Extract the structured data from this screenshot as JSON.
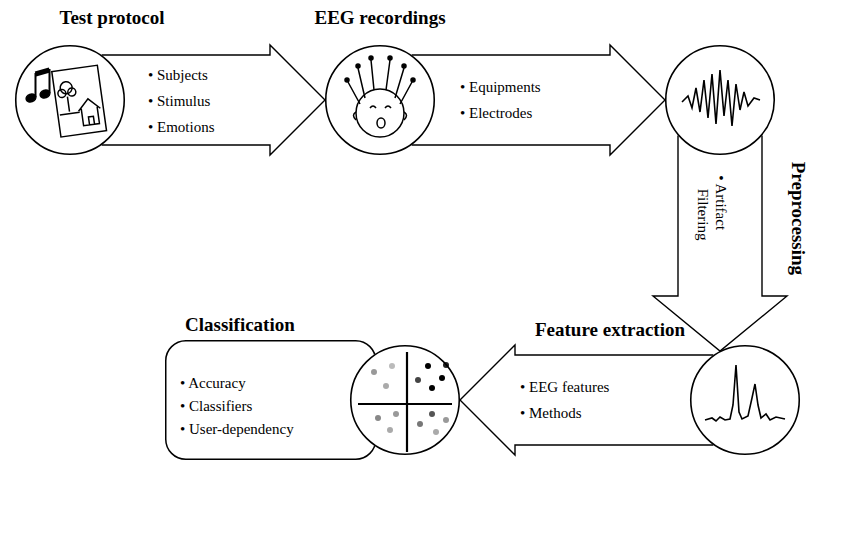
{
  "diagram": {
    "nodes": [
      {
        "text": [
          "Test protocol"
        ]
      },
      {
        "text": [
          "EEG recordings"
        ]
      },
      {
        "text": [
          "Preprocessing"
        ]
      },
      {
        "text": [
          "Feature extraction"
        ]
      },
      {
        "text": [
          "Classification",
          "• Accuracy • Classifiers • User-dependency"
        ]
      }
    ],
    "edges": [
      {
        "from": 0,
        "to": 1,
        "arrow": "to",
        "label": "• Subjects • Stimulus • Emotions"
      },
      {
        "from": 1,
        "to": 2,
        "arrow": "to",
        "label": "• Equipments • Electrodes"
      },
      {
        "from": 2,
        "to": 3,
        "arrow": "to",
        "label": "• Artifact Filtering"
      },
      {
        "from": 3,
        "to": 4,
        "arrow": "to",
        "label": "• EEG features • Methods"
      }
    ]
  }
}
